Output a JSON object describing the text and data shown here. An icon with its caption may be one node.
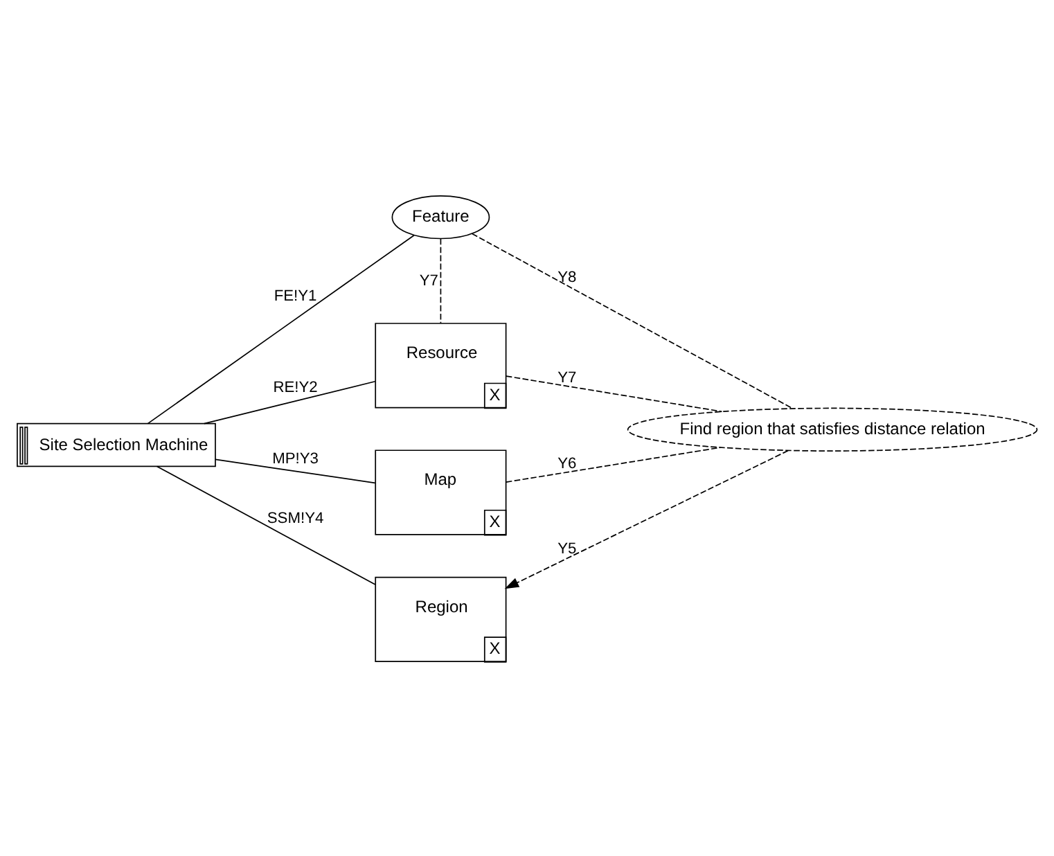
{
  "diagram": {
    "nodes": [
      {
        "text": [
          "Feature"
        ]
      },
      {
        "text": [
          "Resource",
          "X"
        ]
      },
      {
        "text": [
          "Site Selection Machine"
        ]
      },
      {
        "text": [
          "Map",
          "X"
        ]
      },
      {
        "text": [
          "Find region that satisfies distance relation"
        ]
      },
      {
        "text": [
          "Region",
          "X"
        ]
      }
    ],
    "edges": [
      {
        "from": 2,
        "to": 0,
        "arrow": "none",
        "label": "FE!Y1"
      },
      {
        "from": 0,
        "to": 1,
        "arrow": "none",
        "label": "Y7",
        "style": "dashed"
      },
      {
        "from": 2,
        "to": 1,
        "arrow": "none",
        "label": "RE!Y2"
      },
      {
        "from": 0,
        "to": 4,
        "arrow": "none",
        "label": "Y8",
        "style": "dashed"
      },
      {
        "from": 1,
        "to": 4,
        "arrow": "none",
        "label": "Y7",
        "style": "dashed"
      },
      {
        "from": 2,
        "to": 3,
        "arrow": "none",
        "label": "MP!Y3"
      },
      {
        "from": 3,
        "to": 4,
        "arrow": "none",
        "label": "Y6",
        "style": "dashed"
      },
      {
        "from": 2,
        "to": 5,
        "arrow": "none",
        "label": "SSM!Y4"
      },
      {
        "from": 4,
        "to": 5,
        "arrow": "to",
        "label": "Y5",
        "style": "dashed"
      }
    ]
  }
}
